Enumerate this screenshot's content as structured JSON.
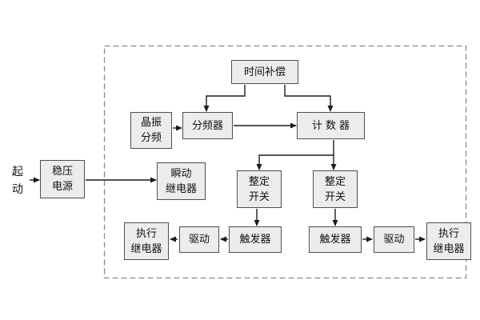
{
  "diagram": {
    "input": {
      "start_label": "起\n动"
    },
    "nodes": {
      "regulator": "稳压\n电源",
      "time_compensation": "时间补偿",
      "crystal_divider": "晶振\n分频",
      "frequency_divider": "分频器",
      "counter": "计数器",
      "instant_relay": "瞬动\n继电器",
      "setting_switch_left": "整定\n开关",
      "setting_switch_right": "整定\n开关",
      "trigger_left": "触发器",
      "trigger_right": "触发器",
      "drive_left": "驱动",
      "drive_right": "驱动",
      "exec_relay_left": "执行\n继电器",
      "exec_relay_right": "执行\n继电器"
    },
    "colors": {
      "background": "#ffffff",
      "box_fill": "#ececec",
      "box_border": "#4f4f4f",
      "line_color": "#1c1c1c",
      "dash_color": "#8a8a8a",
      "text_color": "#111111"
    }
  }
}
